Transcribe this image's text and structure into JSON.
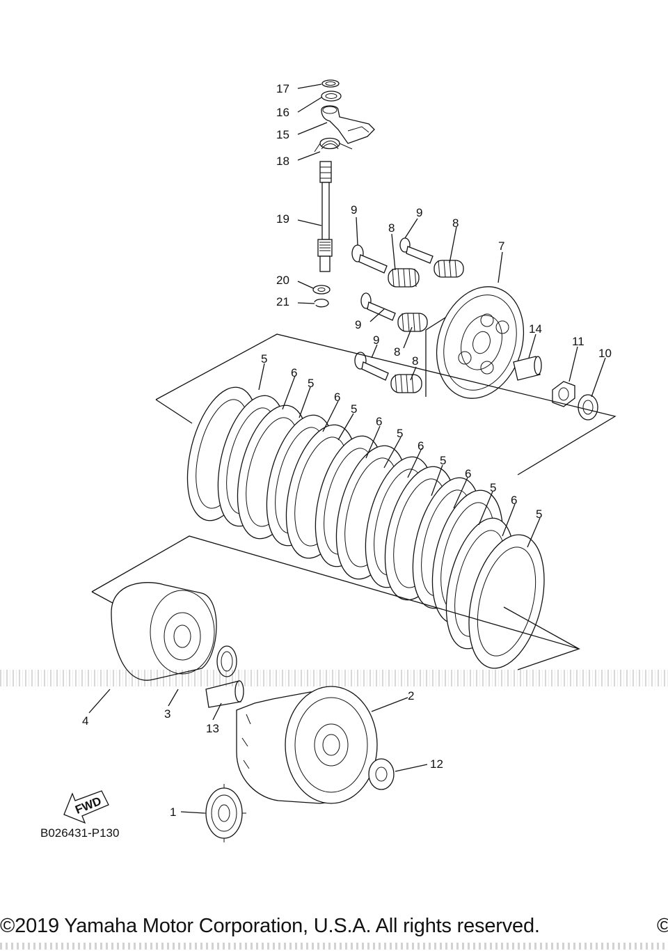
{
  "diagram": {
    "part_code": "B026431-P130",
    "copyright": "©2019 Yamaha Motor Corporation, U.S.A. All rights reserved.",
    "copyright_edge": "©",
    "fwd_label": "FWD",
    "callouts": {
      "c17": "17",
      "c16": "16",
      "c15": "15",
      "c18": "18",
      "c19": "19",
      "c20": "20",
      "c21": "21",
      "c9a": "9",
      "c9b": "9",
      "c9c": "9",
      "c9d": "9",
      "c8a": "8",
      "c8b": "8",
      "c8c": "8",
      "c8d": "8",
      "c7": "7",
      "c14": "14",
      "c11": "11",
      "c10": "10",
      "c5a": "5",
      "c5b": "5",
      "c5c": "5",
      "c5d": "5",
      "c5e": "5",
      "c5f": "5",
      "c5g": "5",
      "c6a": "6",
      "c6b": "6",
      "c6c": "6",
      "c6d": "6",
      "c6e": "6",
      "c6f": "6",
      "c4": "4",
      "c3": "3",
      "c13": "13",
      "c2": "2",
      "c12": "12",
      "c1": "1"
    }
  }
}
